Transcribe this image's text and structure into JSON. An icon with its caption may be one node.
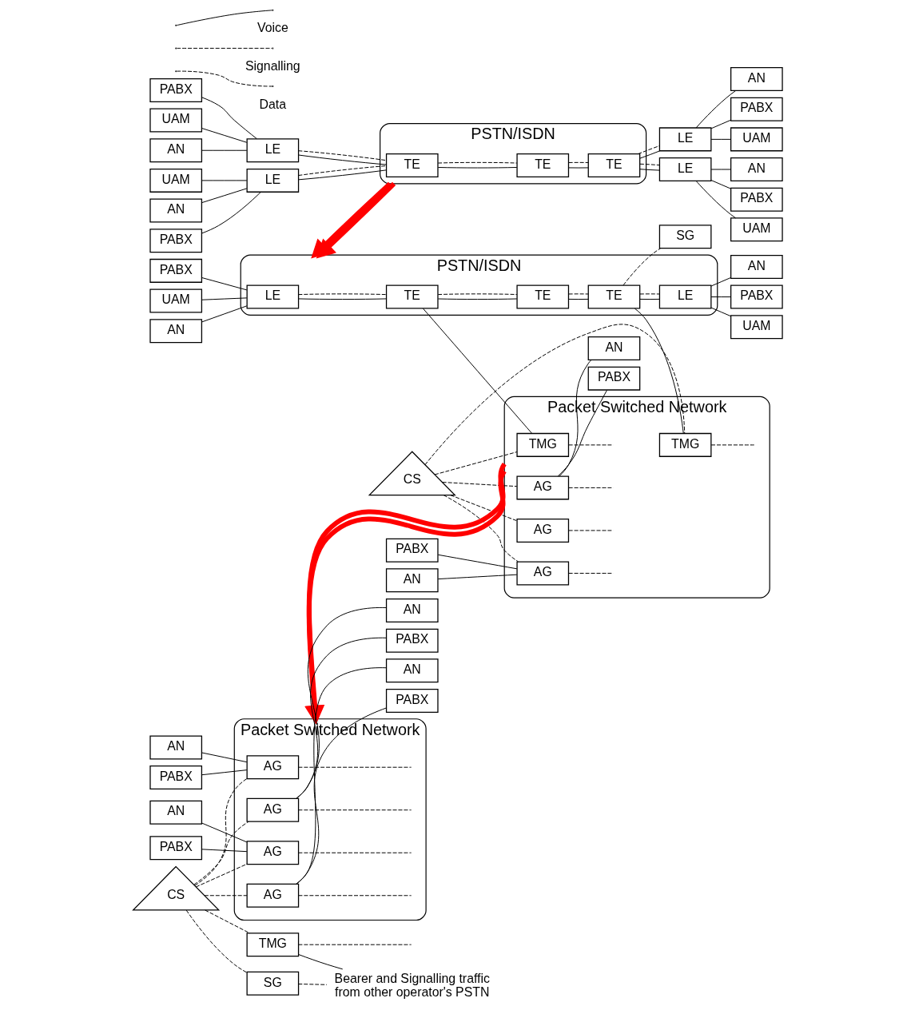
{
  "diagram": {
    "nodes": [
      {
        "text": [
          "PSTN/ISDN"
        ]
      },
      {
        "text": [
          "UAM"
        ]
      },
      {
        "text": [
          "AN"
        ]
      },
      {
        "text": [
          "PABX"
        ]
      },
      {
        "text": [
          "LE"
        ]
      },
      {
        "text": [
          "UAM"
        ]
      },
      {
        "text": [
          "AN"
        ]
      },
      {
        "text": [
          "PABX"
        ]
      },
      {
        "text": [
          "LE"
        ]
      },
      {
        "text": [
          "TE"
        ],
        "in": 0
      },
      {
        "text": [
          "TE"
        ],
        "in": 0
      },
      {
        "text": [
          "TE"
        ],
        "in": 0
      },
      {
        "text": [
          "UAM"
        ]
      },
      {
        "text": [
          "AN"
        ]
      },
      {
        "text": [
          "PABX"
        ]
      },
      {
        "text": [
          "LE"
        ]
      },
      {
        "text": [
          "UAM"
        ]
      },
      {
        "text": [
          "AN"
        ]
      },
      {
        "text": [
          "PABX"
        ]
      },
      {
        "text": [
          "LE"
        ]
      },
      {
        "text": [
          "PSTN/ISDN"
        ]
      },
      {
        "text": [
          "UAM"
        ]
      },
      {
        "text": [
          "AN"
        ]
      },
      {
        "text": [
          "PABX"
        ]
      },
      {
        "text": [
          "LE"
        ],
        "in": 20
      },
      {
        "text": [
          "TE"
        ],
        "in": 20
      },
      {
        "text": [
          "TE"
        ],
        "in": 20
      },
      {
        "text": [
          "TE"
        ],
        "in": 20
      },
      {
        "text": [
          "LE"
        ],
        "in": 20
      },
      {
        "text": [
          "UAM"
        ]
      },
      {
        "text": [
          "AN"
        ]
      },
      {
        "text": [
          "PABX"
        ]
      },
      {
        "text": [
          "CS"
        ]
      },
      {
        "text": [
          "SG"
        ]
      },
      {
        "text": [
          "Packet Switched Network"
        ]
      },
      {
        "text": [
          "TMG"
        ],
        "in": 34
      },
      {
        "text": [
          "TMG"
        ],
        "in": 34
      },
      {
        "text": [
          "AN"
        ]
      },
      {
        "text": [
          "PABX"
        ]
      },
      {
        "text": [
          "AG"
        ],
        "in": 34
      },
      {
        "text": [
          "AN"
        ]
      },
      {
        "text": [
          "AG"
        ],
        "in": 34
      },
      {
        "text": [
          "PABX"
        ]
      },
      {
        "text": [
          "AG"
        ],
        "in": 34
      },
      {
        "text": [
          "CS"
        ]
      },
      {
        "text": [
          "Packet Switched Network"
        ]
      },
      {
        "text": [
          "AN"
        ]
      },
      {
        "text": [
          "PABX"
        ]
      },
      {
        "text": [
          "AG"
        ],
        "in": 45
      },
      {
        "text": [
          "AG"
        ],
        "in": 45
      },
      {
        "text": [
          "AN"
        ]
      },
      {
        "text": [
          "PABX"
        ]
      },
      {
        "text": [
          "AG"
        ],
        "in": 45
      },
      {
        "text": [
          "AN"
        ]
      },
      {
        "text": [
          "PABX"
        ]
      },
      {
        "text": [
          "AG"
        ],
        "in": 45
      },
      {
        "text": [
          "AN"
        ]
      },
      {
        "text": [
          "PABX"
        ]
      },
      {
        "text": [
          "TMG"
        ]
      },
      {
        "text": [
          "SG"
        ]
      },
      {
        "text": [
          "Bearer and Signalling traffic from other operator's PSTN"
        ]
      }
    ],
    "edges": [
      {
        "from": 1,
        "to": 4,
        "arrow": "none"
      },
      {
        "from": 2,
        "to": 4,
        "arrow": "none"
      },
      {
        "from": 3,
        "to": 4,
        "arrow": "none"
      },
      {
        "from": 4,
        "to": 9,
        "arrow": "none"
      },
      {
        "from": 4,
        "to": 9,
        "arrow": "none",
        "style": "dashed"
      },
      {
        "from": 15,
        "to": 9,
        "arrow": "none"
      },
      {
        "from": 15,
        "to": 9,
        "arrow": "none",
        "style": "dashed"
      },
      {
        "from": 9,
        "to": 10,
        "arrow": "none"
      },
      {
        "from": 9,
        "to": 10,
        "arrow": "none",
        "style": "dashed"
      },
      {
        "from": 10,
        "to": 11,
        "arrow": "none"
      },
      {
        "from": 10,
        "to": 11,
        "arrow": "none",
        "style": "dashed"
      },
      {
        "from": 11,
        "to": 8,
        "arrow": "none"
      },
      {
        "from": 11,
        "to": 8,
        "arrow": "none",
        "style": "dashed"
      },
      {
        "from": 11,
        "to": 19,
        "arrow": "none"
      },
      {
        "from": 11,
        "to": 19,
        "arrow": "none",
        "style": "dashed"
      },
      {
        "from": 8,
        "to": 5,
        "arrow": "none"
      },
      {
        "from": 8,
        "to": 6,
        "arrow": "none"
      },
      {
        "from": 8,
        "to": 7,
        "arrow": "none"
      },
      {
        "from": 12,
        "to": 15,
        "arrow": "none"
      },
      {
        "from": 13,
        "to": 15,
        "arrow": "none"
      },
      {
        "from": 14,
        "to": 15,
        "arrow": "none"
      },
      {
        "from": 19,
        "to": 16,
        "arrow": "none"
      },
      {
        "from": 19,
        "to": 17,
        "arrow": "none"
      },
      {
        "from": 19,
        "to": 18,
        "arrow": "none"
      },
      {
        "from": 0,
        "to": 20,
        "arrow": "to",
        "style": "thick",
        "color": "#ff0000"
      },
      {
        "from": 0,
        "to": 20,
        "arrow": "to",
        "style": "thick",
        "color": "#ff0000"
      },
      {
        "from": 21,
        "to": 24,
        "arrow": "none"
      },
      {
        "from": 22,
        "to": 24,
        "arrow": "none"
      },
      {
        "from": 23,
        "to": 24,
        "arrow": "none"
      },
      {
        "from": 24,
        "to": 25,
        "arrow": "none"
      },
      {
        "from": 24,
        "to": 25,
        "arrow": "none",
        "style": "dashed"
      },
      {
        "from": 25,
        "to": 26,
        "arrow": "none"
      },
      {
        "from": 25,
        "to": 26,
        "arrow": "none",
        "style": "dashed"
      },
      {
        "from": 26,
        "to": 27,
        "arrow": "none"
      },
      {
        "from": 26,
        "to": 27,
        "arrow": "none",
        "style": "dashed"
      },
      {
        "from": 27,
        "to": 28,
        "arrow": "none"
      },
      {
        "from": 27,
        "to": 28,
        "arrow": "none",
        "style": "dashed"
      },
      {
        "from": 28,
        "to": 29,
        "arrow": "none"
      },
      {
        "from": 28,
        "to": 30,
        "arrow": "none"
      },
      {
        "from": 28,
        "to": 31,
        "arrow": "none"
      },
      {
        "from": 25,
        "to": 35,
        "arrow": "none"
      },
      {
        "from": 27,
        "to": 33,
        "arrow": "none",
        "style": "dashed"
      },
      {
        "from": 27,
        "to": 36,
        "arrow": "none"
      },
      {
        "from": 32,
        "to": 35,
        "arrow": "none",
        "style": "dashed"
      },
      {
        "from": 32,
        "to": 36,
        "arrow": "none",
        "style": "dashed"
      },
      {
        "from": 32,
        "to": 39,
        "arrow": "none",
        "style": "dashed"
      },
      {
        "from": 32,
        "to": 43,
        "arrow": "none",
        "style": "dashed"
      },
      {
        "from": 32,
        "to": 41,
        "arrow": "none",
        "style": "dashed"
      },
      {
        "from": 35,
        "to": null,
        "arrow": "none",
        "style": "dashed"
      },
      {
        "from": 36,
        "to": null,
        "arrow": "none",
        "style": "dashed"
      },
      {
        "from": 39,
        "to": null,
        "arrow": "none",
        "style": "dashed"
      },
      {
        "from": 43,
        "to": null,
        "arrow": "none",
        "style": "dashed"
      },
      {
        "from": 41,
        "to": null,
        "arrow": "none",
        "style": "dashed"
      },
      {
        "from": 37,
        "to": 39,
        "arrow": "none"
      },
      {
        "from": 38,
        "to": 39,
        "arrow": "none"
      },
      {
        "from": 41,
        "to": 40,
        "arrow": "none"
      },
      {
        "from": 41,
        "to": 42,
        "arrow": "none"
      },
      {
        "from": 34,
        "to": 45,
        "arrow": "to",
        "style": "thick",
        "color": "#ff0000"
      },
      {
        "from": 34,
        "to": 45,
        "arrow": "to",
        "style": "thick",
        "color": "#ff0000"
      },
      {
        "from": 46,
        "to": 48,
        "arrow": "none"
      },
      {
        "from": 47,
        "to": 48,
        "arrow": "none"
      },
      {
        "from": 49,
        "to": 50,
        "arrow": "none"
      },
      {
        "from": 49,
        "to": 51,
        "arrow": "none"
      },
      {
        "from": 53,
        "to": 52,
        "arrow": "none"
      },
      {
        "from": 54,
        "to": 52,
        "arrow": "none"
      },
      {
        "from": 55,
        "to": 56,
        "arrow": "none"
      },
      {
        "from": 55,
        "to": 57,
        "arrow": "none"
      },
      {
        "from": 44,
        "to": 48,
        "arrow": "none",
        "style": "dashed"
      },
      {
        "from": 44,
        "to": 49,
        "arrow": "none",
        "style": "dashed"
      },
      {
        "from": 44,
        "to": 52,
        "arrow": "none",
        "style": "dashed"
      },
      {
        "from": 44,
        "to": 58,
        "arrow": "none",
        "style": "dashed"
      },
      {
        "from": 44,
        "to": 59,
        "arrow": "none",
        "style": "dashed"
      },
      {
        "from": 44,
        "to": 55,
        "arrow": "none",
        "style": "dashed"
      },
      {
        "from": 48,
        "to": null,
        "arrow": "none",
        "style": "dashed"
      },
      {
        "from": 49,
        "to": null,
        "arrow": "none",
        "style": "dashed"
      },
      {
        "from": 52,
        "to": null,
        "arrow": "none",
        "style": "dashed"
      },
      {
        "from": 58,
        "to": null,
        "arrow": "none",
        "style": "dashed"
      },
      {
        "from": 55,
        "to": null,
        "arrow": "none",
        "style": "dashed"
      },
      {
        "from": 58,
        "to": 60,
        "arrow": "none"
      },
      {
        "from": 59,
        "to": 60,
        "arrow": "none",
        "style": "dashed"
      }
    ],
    "legend": [
      {
        "text": "Voice"
      },
      {
        "text": "Signalling"
      },
      {
        "text": "Data"
      }
    ]
  }
}
